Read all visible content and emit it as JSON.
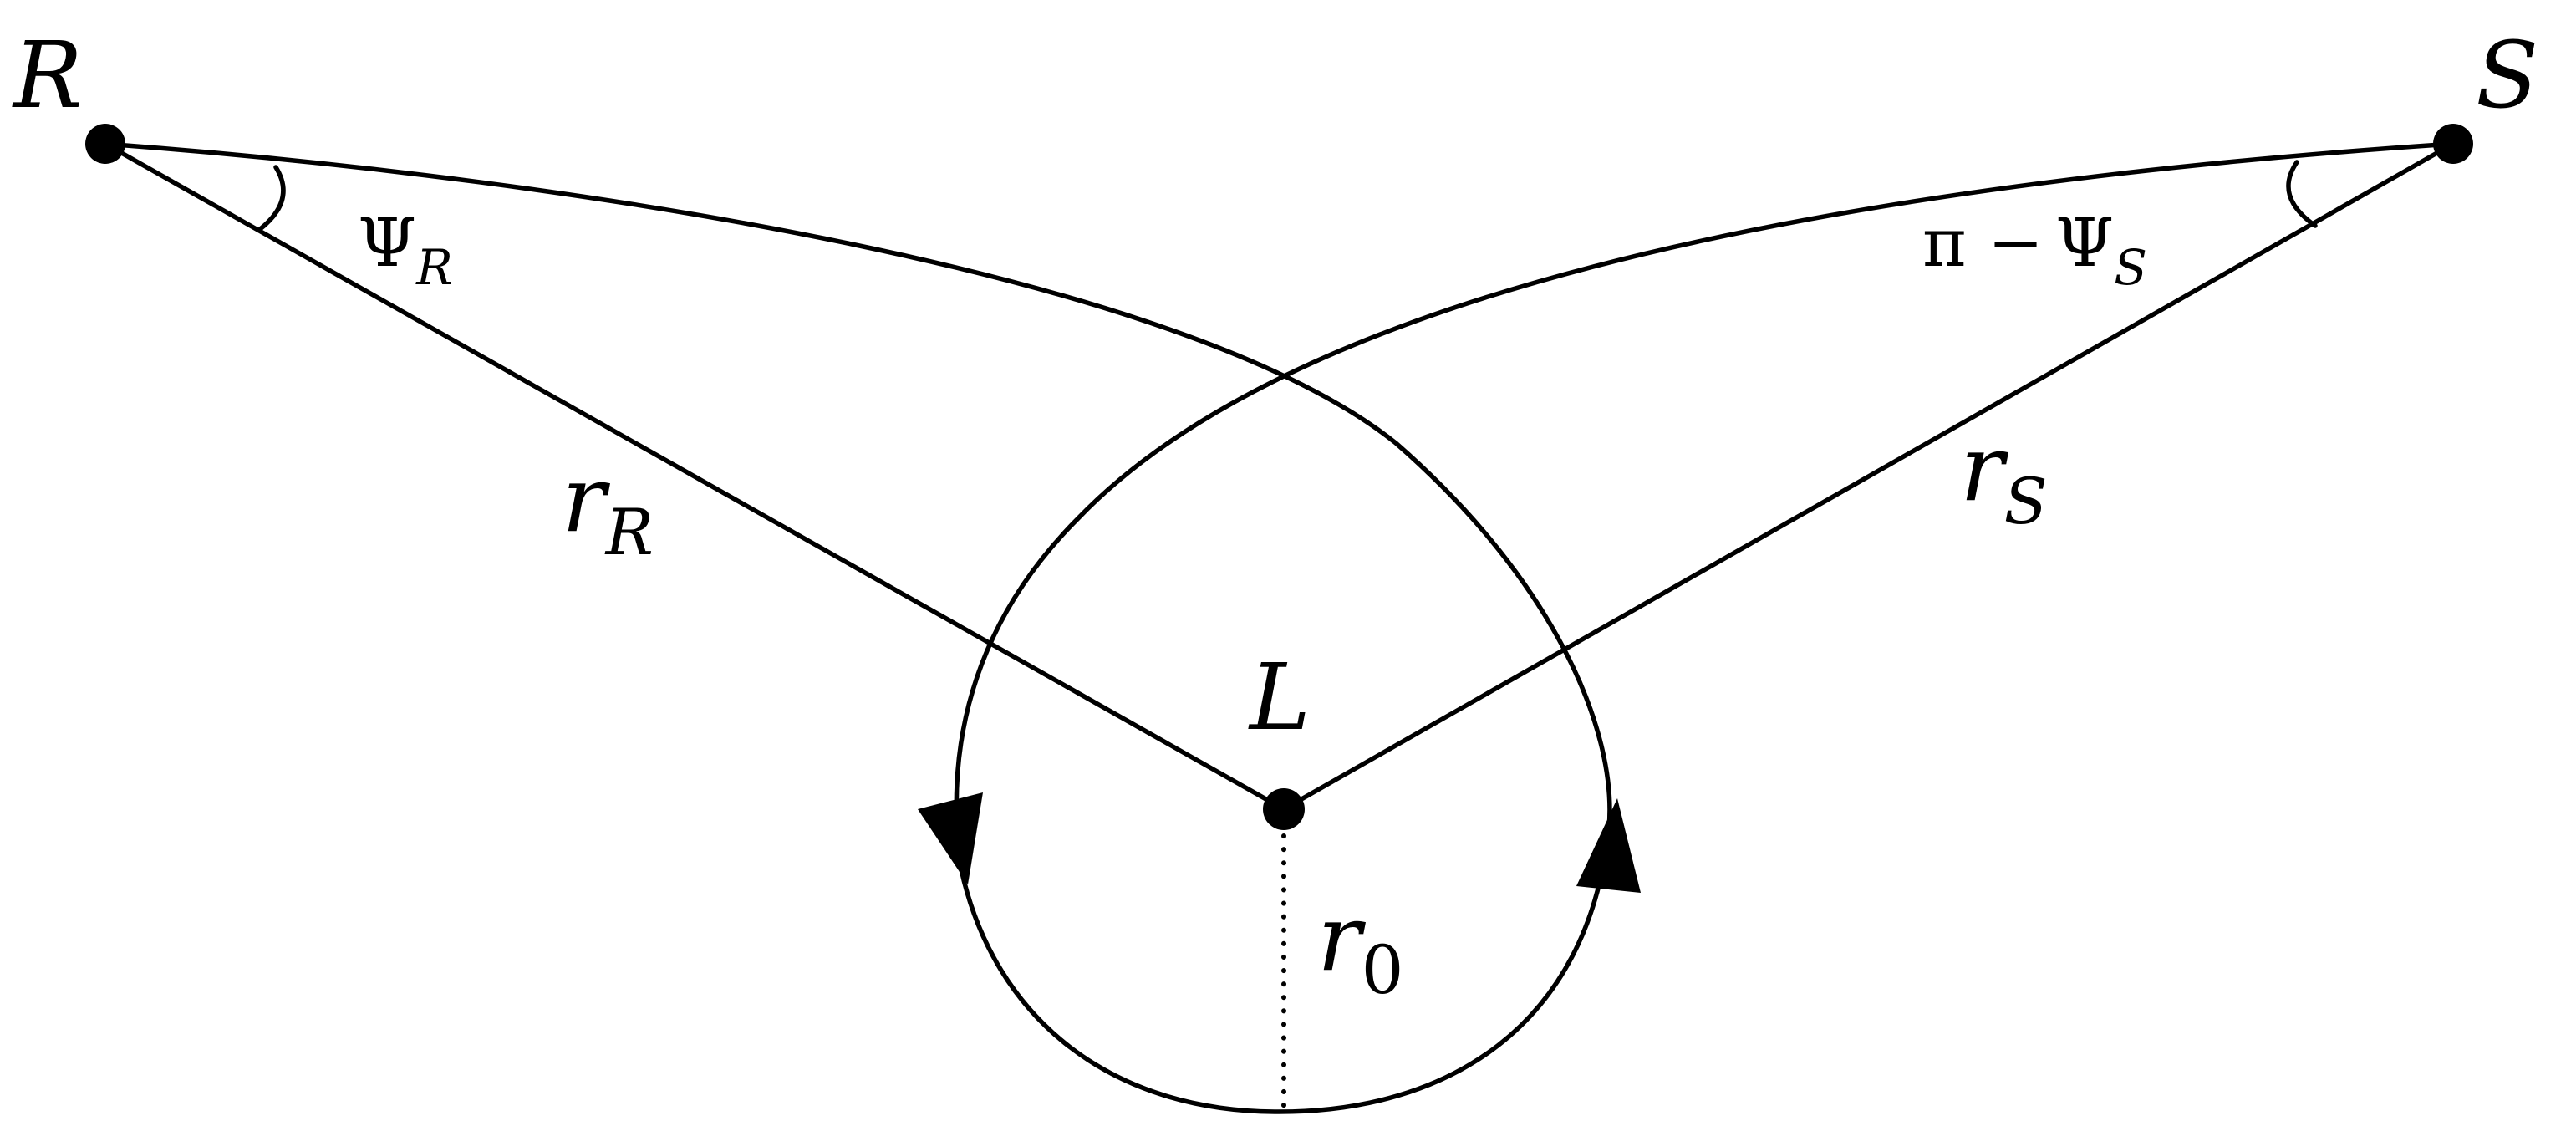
{
  "labels": {
    "R": "R",
    "S": "S",
    "L": "L",
    "r": "r",
    "R_sub": "R",
    "S_sub": "S",
    "zero_sub": "0",
    "Psi": "Ψ",
    "pi_minus": "π −"
  },
  "colors": {
    "stroke": "#000000",
    "background": "#ffffff"
  }
}
